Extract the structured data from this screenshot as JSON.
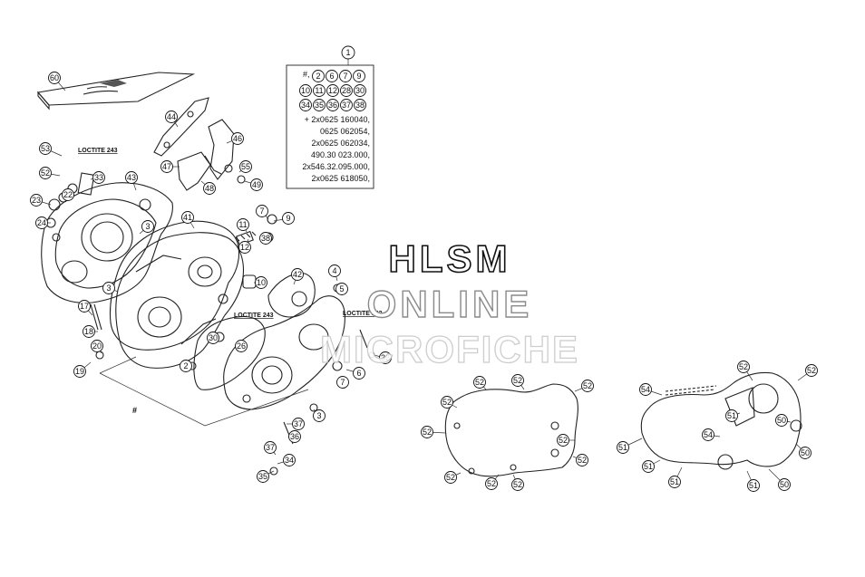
{
  "watermark": {
    "line1": "HLSM",
    "line2": "ONLINE",
    "line3": "MICROFICHE"
  },
  "notes": {
    "loctite": "LOCTITE 243",
    "kit_hash": "#"
  },
  "kit": {
    "number": "1",
    "header_hash": "#,",
    "rows": [
      [
        "2",
        "6",
        "7",
        "9"
      ],
      [
        "10",
        "11",
        "12",
        "28",
        "30"
      ],
      [
        "34",
        "35",
        "36",
        "37",
        "38"
      ]
    ],
    "lines": [
      "+ 2x0625 160040,",
      "0625 062054,",
      "2x0625 062034,",
      "490.30 023.000,",
      "2x546.32.095.000,",
      "2x0625 618050,"
    ]
  },
  "callouts": [
    {
      "n": "60"
    },
    {
      "n": "44"
    },
    {
      "n": "46"
    },
    {
      "n": "47"
    },
    {
      "n": "48"
    },
    {
      "n": "55"
    },
    {
      "n": "49"
    },
    {
      "n": "53"
    },
    {
      "n": "52"
    },
    {
      "n": "33"
    },
    {
      "n": "43"
    },
    {
      "n": "22"
    },
    {
      "n": "23"
    },
    {
      "n": "24"
    },
    {
      "n": "3"
    },
    {
      "n": "41"
    },
    {
      "n": "11"
    },
    {
      "n": "7"
    },
    {
      "n": "9"
    },
    {
      "n": "12"
    },
    {
      "n": "38"
    },
    {
      "n": "3"
    },
    {
      "n": "10"
    },
    {
      "n": "42"
    },
    {
      "n": "4"
    },
    {
      "n": "5"
    },
    {
      "n": "17"
    },
    {
      "n": "18"
    },
    {
      "n": "30"
    },
    {
      "n": "26"
    },
    {
      "n": "20"
    },
    {
      "n": "19"
    },
    {
      "n": "2"
    },
    {
      "n": "32"
    },
    {
      "n": "6"
    },
    {
      "n": "7"
    },
    {
      "n": "3"
    },
    {
      "n": "37"
    },
    {
      "n": "36"
    },
    {
      "n": "37"
    },
    {
      "n": "34"
    },
    {
      "n": "35"
    },
    {
      "n": "52"
    },
    {
      "n": "52"
    },
    {
      "n": "52"
    },
    {
      "n": "52"
    },
    {
      "n": "52"
    },
    {
      "n": "52"
    },
    {
      "n": "52"
    },
    {
      "n": "52"
    },
    {
      "n": "52"
    },
    {
      "n": "52"
    },
    {
      "n": "54"
    },
    {
      "n": "52"
    },
    {
      "n": "52"
    },
    {
      "n": "51"
    },
    {
      "n": "50"
    },
    {
      "n": "50"
    },
    {
      "n": "54"
    },
    {
      "n": "51"
    },
    {
      "n": "51"
    },
    {
      "n": "51"
    },
    {
      "n": "51"
    },
    {
      "n": "50"
    }
  ]
}
